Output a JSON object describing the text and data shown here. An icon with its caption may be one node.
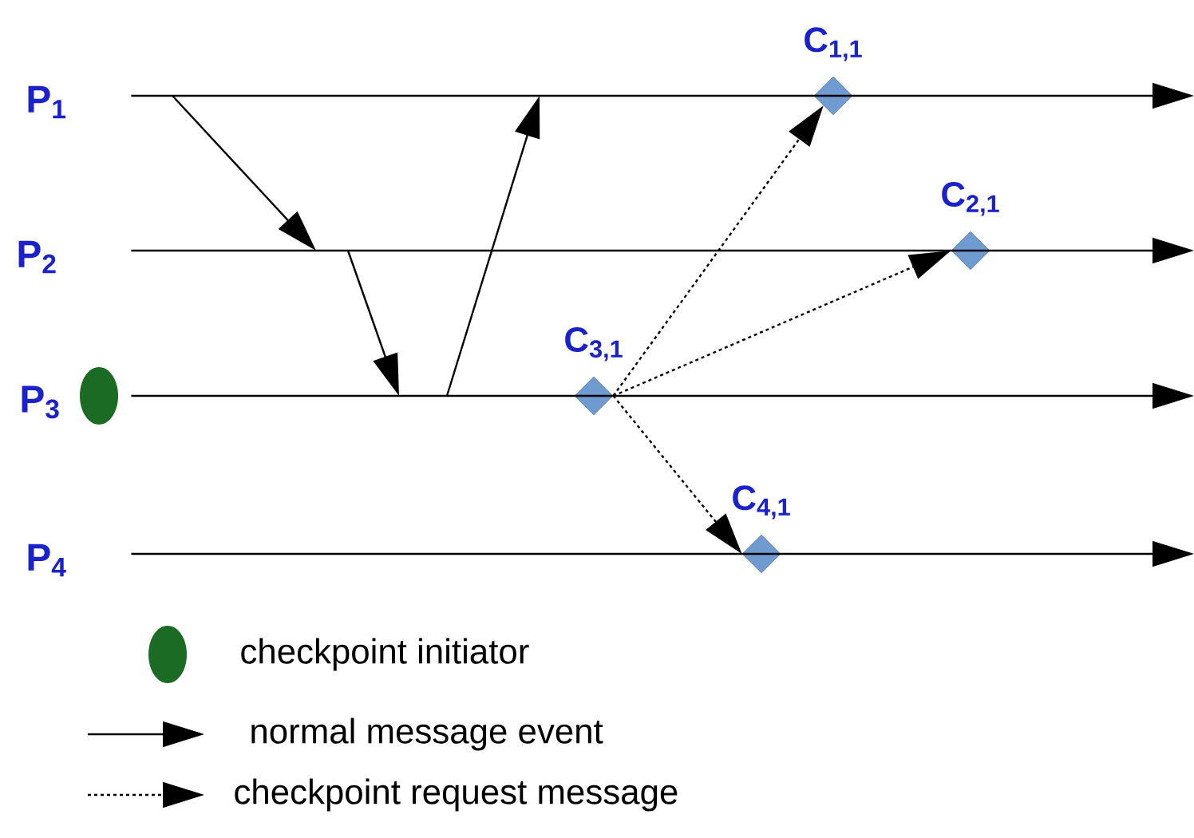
{
  "diagram": {
    "nodes": [
      {
        "text": [
          "P$_{1}$"
        ]
      },
      {
        "text": [
          "P$_{2}$"
        ]
      },
      {
        "text": [
          "P$_{3}$"
        ]
      },
      {
        "text": [
          "P$_{4}$"
        ]
      },
      {
        "text": [
          "C$_{1,1}$"
        ]
      },
      {
        "text": [
          "C$_{2,1}$"
        ]
      },
      {
        "text": [
          "C$_{3,1}$"
        ]
      },
      {
        "text": [
          "C$_{4,1}$"
        ]
      }
    ],
    "edges": [
      {
        "from": 0,
        "to": null,
        "arrow": "to"
      },
      {
        "from": 1,
        "to": null,
        "arrow": "to"
      },
      {
        "from": 2,
        "to": null,
        "arrow": "to"
      },
      {
        "from": 3,
        "to": null,
        "arrow": "to"
      },
      {
        "from": 6,
        "to": 4,
        "arrow": "to",
        "style": "dashed"
      },
      {
        "from": 6,
        "to": 5,
        "arrow": "to",
        "style": "dashed"
      },
      {
        "from": 6,
        "to": 7,
        "arrow": "to",
        "style": "dashed"
      }
    ],
    "legend": [
      {
        "text": "checkpoint initiator",
        "color": "#1b6b24"
      },
      {
        "text": "normal message event"
      },
      {
        "text": "checkpoint request message"
      }
    ]
  }
}
